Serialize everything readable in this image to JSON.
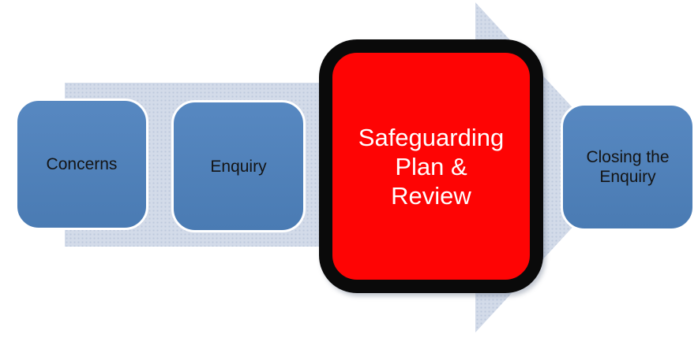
{
  "diagram": {
    "type": "process-flow-arrow",
    "background_color": "#ffffff",
    "arrow": {
      "fill_color": "#d3dbe9",
      "direction": "right"
    },
    "colors": {
      "step_blue": "#4f81bd",
      "step_border_white": "#ffffff",
      "highlight_red": "#fe0404",
      "highlight_border_black": "#0a0a0a",
      "text_dark": "#141414",
      "text_white": "#ffffff"
    },
    "steps": [
      {
        "id": "concerns",
        "label": "Concerns",
        "highlighted": false
      },
      {
        "id": "enquiry",
        "label": "Enquiry",
        "highlighted": false
      },
      {
        "id": "safeguarding-plan-review",
        "label": "Safeguarding Plan & Review",
        "lines": [
          "Safeguarding",
          "Plan &",
          "Review"
        ],
        "highlighted": true
      },
      {
        "id": "closing-the-enquiry",
        "label": "Closing the Enquiry",
        "lines": [
          "Closing the",
          "Enquiry"
        ],
        "highlighted": false
      }
    ]
  }
}
